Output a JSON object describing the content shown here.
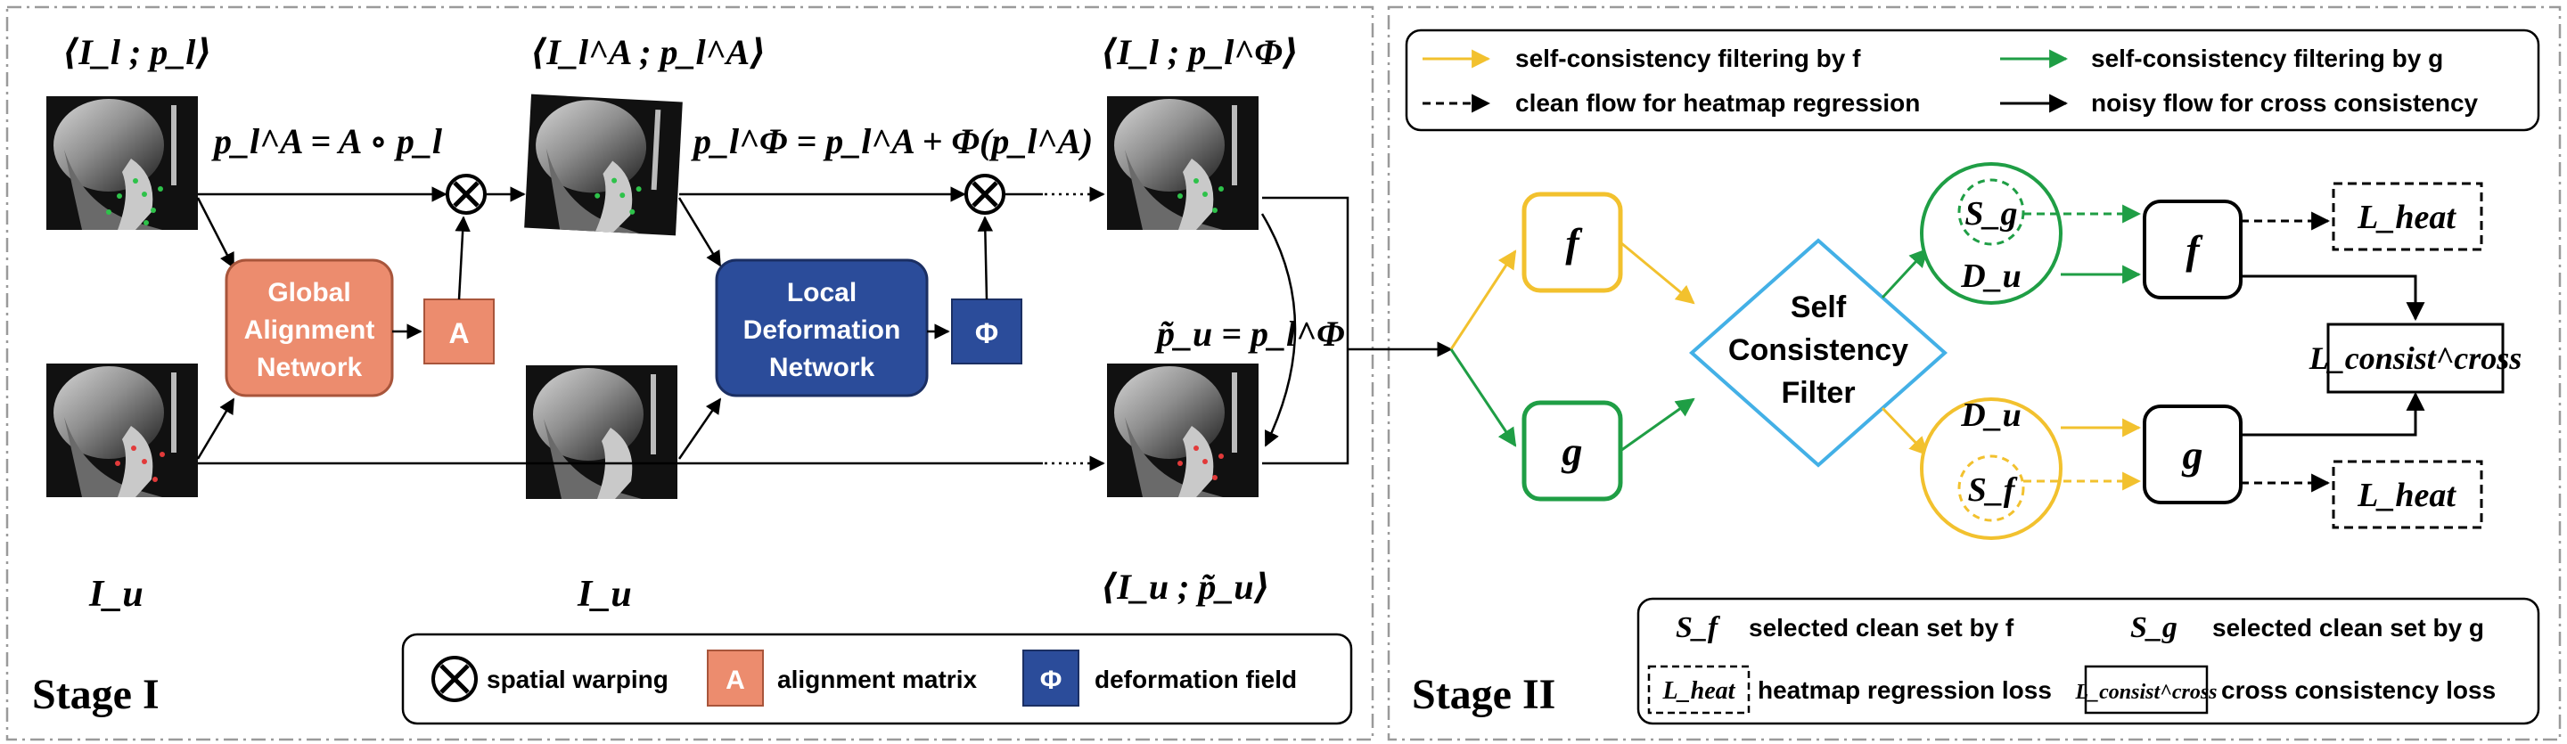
{
  "stage1": {
    "title": "Stage I",
    "top_left_label": "⟨I_l ; p_l⟩",
    "top_mid_label": "⟨I_l^A ; p_l^A⟩",
    "top_right_label": "⟨I_l ; p_l^Φ⟩",
    "bottom_left_label": "I_u",
    "bottom_mid_label": "I_u",
    "bottom_right_label": "⟨I_u ; p̃_u⟩",
    "eq_align": "p_l^A = A ∘ p_l",
    "eq_deform": "p_l^Φ = p_l^A + Φ(p_l^A)",
    "eq_pseudo": "p̃_u = p_l^Φ",
    "global_net": [
      "Global",
      "Alignment",
      "Network"
    ],
    "local_net": [
      "Local",
      "Deformation",
      "Network"
    ],
    "A_box": "A",
    "phi_box": "Φ",
    "legend": {
      "warp": "spatial warping",
      "A_symbol": "A",
      "A_desc": "alignment matrix",
      "phi_symbol": "Φ",
      "phi_desc": "deformation field"
    }
  },
  "stage2": {
    "title": "Stage II",
    "legend_top": {
      "item1": "self-consistency filtering by f",
      "item2": "self-consistency filtering by g",
      "item3": "clean flow for heatmap regression",
      "item4": "noisy flow for cross consistency"
    },
    "nodes": {
      "f_left": "f",
      "g_left": "g",
      "filter": [
        "Self",
        "Consistency",
        "Filter"
      ],
      "Du": "D_u",
      "Sg": "S_g",
      "Sf": "S_f",
      "f_right": "f",
      "g_right": "g",
      "L_heat": "L_heat",
      "L_cross": "L_consist^cross"
    },
    "legend_bottom": {
      "sf_desc": "selected clean set by f",
      "sg_desc": "selected clean set by g",
      "lheat_desc": "heatmap regression loss",
      "lcross_desc": "cross consistency loss"
    }
  },
  "colors": {
    "orange": "#ec8c6e",
    "blue": "#2b4c9a",
    "yellow": "#f2c12e",
    "green": "#1f9e45",
    "cyan": "#43b0e6"
  }
}
